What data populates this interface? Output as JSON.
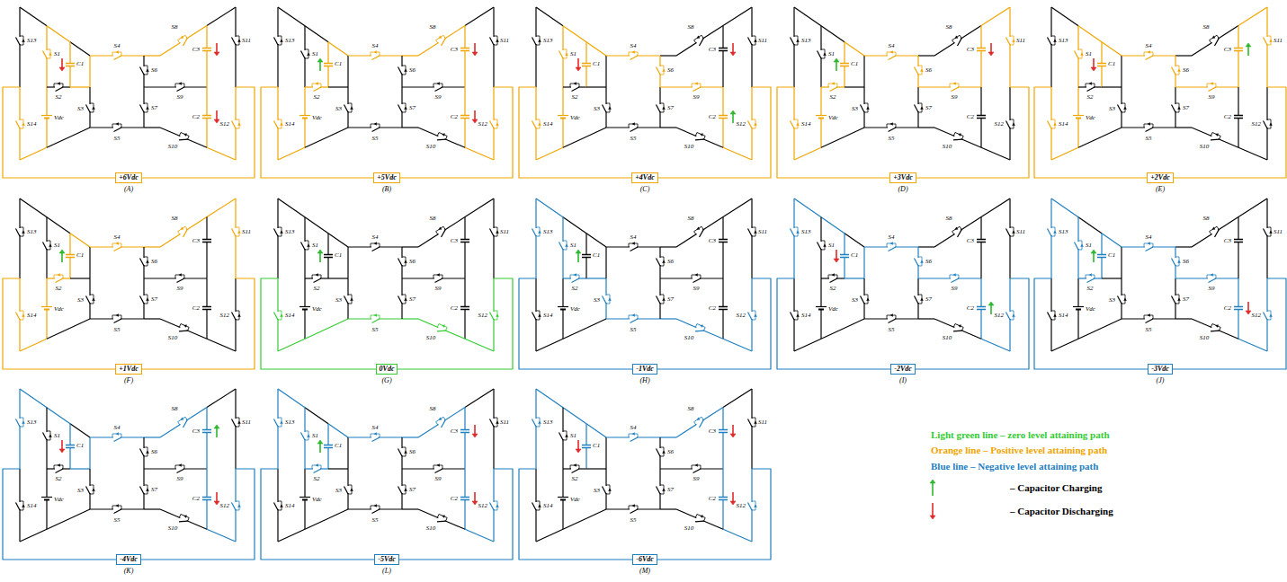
{
  "diagram": {
    "nodes": [
      {
        "text": [
          "+6Vdc"
        ]
      },
      {
        "text": [
          "+5Vdc"
        ]
      },
      {
        "text": [
          "+4Vdc"
        ]
      },
      {
        "text": [
          "+3Vdc"
        ]
      },
      {
        "text": [
          "+2Vdc"
        ]
      },
      {
        "text": [
          "+1Vdc"
        ]
      },
      {
        "text": [
          "0Vdc"
        ]
      },
      {
        "text": [
          "-1Vdc"
        ]
      },
      {
        "text": [
          "-2Vdc"
        ]
      },
      {
        "text": [
          "-3Vdc"
        ]
      },
      {
        "text": [
          "-4Vdc"
        ]
      },
      {
        "text": [
          "-5Vdc"
        ]
      },
      {
        "text": [
          "-6Vdc"
        ]
      }
    ],
    "labels": [
      "S13",
      "S14",
      "S1",
      "Vdc",
      "S2",
      "C1",
      "S3",
      "S4",
      "S5",
      "S6",
      "S7",
      "S9",
      "S8",
      "C3",
      "C2",
      "S10",
      "S11",
      "S12",
      "(A)",
      "S13",
      "S14",
      "S1",
      "Vdc",
      "S2",
      "C1",
      "S3",
      "S4",
      "S5",
      "S6",
      "S7",
      "S9",
      "S8",
      "C3",
      "C2",
      "S10",
      "S11",
      "S12",
      "(B)",
      "S13",
      "S14",
      "S1",
      "Vdc",
      "S2",
      "C1",
      "S3",
      "S4",
      "S5",
      "S6",
      "S7",
      "S9",
      "S8",
      "C3",
      "C2",
      "S10",
      "S11",
      "S12",
      "(C)",
      "S13",
      "S14",
      "S1",
      "Vdc",
      "S2",
      "C1",
      "S3",
      "S4",
      "S5",
      "S6",
      "S7",
      "S9",
      "S8",
      "C3",
      "C2",
      "S10",
      "S11",
      "S12",
      "(D)",
      "S13",
      "S14",
      "S1",
      "Vdc",
      "S2",
      "C1",
      "S3",
      "S4",
      "S5",
      "S6",
      "S7",
      "S9",
      "S8",
      "C3",
      "C2",
      "S10",
      "S11",
      "S12",
      "(E)",
      "S13",
      "S14",
      "S1",
      "Vdc",
      "S2",
      "C1",
      "S3",
      "S4",
      "S5",
      "S6",
      "S7",
      "S9",
      "S8",
      "C3",
      "C2",
      "S10",
      "S11",
      "S12",
      "(F)",
      "S13",
      "S14",
      "S1",
      "Vdc",
      "S2",
      "C1",
      "S3",
      "S4",
      "S5",
      "S6",
      "S7",
      "S9",
      "S8",
      "C3",
      "C2",
      "S10",
      "S11",
      "S12",
      "(G)",
      "S13",
      "S14",
      "S1",
      "Vdc",
      "S2",
      "C1",
      "S3",
      "S4",
      "S5",
      "S6",
      "S7",
      "S9",
      "S8",
      "C3",
      "C2",
      "S10",
      "S11",
      "S12",
      "(H)",
      "S13",
      "S14",
      "S1",
      "Vdc",
      "S2",
      "C1",
      "S3",
      "S4",
      "S5",
      "S6",
      "S7",
      "S9",
      "S8",
      "C3",
      "C2",
      "S10",
      "S11",
      "S12",
      "(I)",
      "S13",
      "S14",
      "S1",
      "Vdc",
      "S2",
      "C1",
      "S3",
      "S4",
      "S5",
      "S6",
      "S7",
      "S9",
      "S8",
      "C3",
      "C2",
      "S10",
      "S11",
      "S12",
      "(J)",
      "S13",
      "S14",
      "S1",
      "Vdc",
      "S2",
      "C1",
      "S3",
      "S4",
      "S5",
      "S6",
      "S7",
      "S9",
      "S8",
      "C3",
      "C2",
      "S10",
      "S11",
      "S12",
      "(K)",
      "S13",
      "S14",
      "S1",
      "Vdc",
      "S2",
      "C1",
      "S3",
      "S4",
      "S5",
      "S6",
      "S7",
      "S9",
      "S8",
      "C3",
      "C2",
      "S10",
      "S11",
      "S12",
      "(L)",
      "S13",
      "S14",
      "S1",
      "Vdc",
      "S2",
      "C1",
      "S3",
      "S4",
      "S5",
      "S6",
      "S7",
      "S9",
      "S8",
      "C3",
      "C2",
      "S10",
      "S11",
      "S12",
      "(M)"
    ],
    "legend": [
      {
        "text": "Light green line – zero level attaining path",
        "color": "#33cc33"
      },
      {
        "text": "Orange line – Positive level attaining path",
        "color": "#f0a500"
      },
      {
        "text": "Blue line – Negative level attaining path",
        "color": "#1f7fbf"
      },
      {
        "text": "– Capacitor Charging"
      },
      {
        "text": "– Capacitor Discharging"
      }
    ]
  }
}
